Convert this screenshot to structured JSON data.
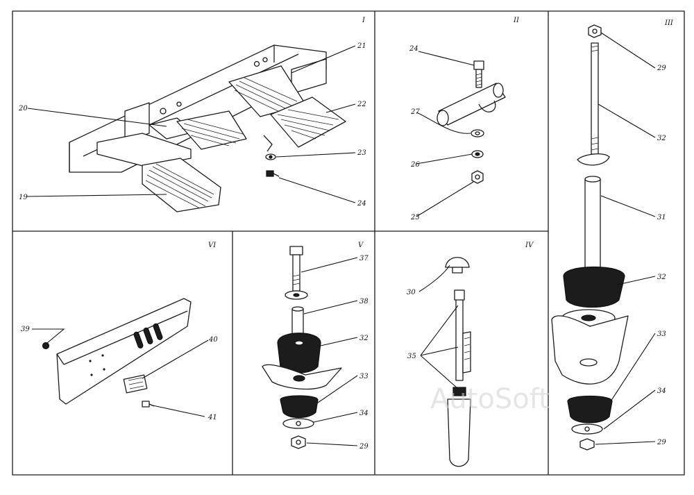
{
  "watermark": "AutoSoft",
  "panels": {
    "I": {
      "numeral": "I",
      "callouts": [
        "20",
        "19",
        "21",
        "22",
        "23",
        "24"
      ]
    },
    "II": {
      "numeral": "II",
      "callouts": [
        "24",
        "27",
        "26",
        "25"
      ]
    },
    "III": {
      "numeral": "III",
      "callouts": [
        "29",
        "32",
        "31",
        "32",
        "33",
        "34",
        "29"
      ]
    },
    "IV": {
      "numeral": "IV",
      "callouts": [
        "30",
        "35"
      ]
    },
    "V": {
      "numeral": "V",
      "callouts": [
        "37",
        "38",
        "32",
        "33",
        "34",
        "29"
      ]
    },
    "VI": {
      "numeral": "VI",
      "callouts": [
        "39",
        "40",
        "41"
      ]
    }
  }
}
